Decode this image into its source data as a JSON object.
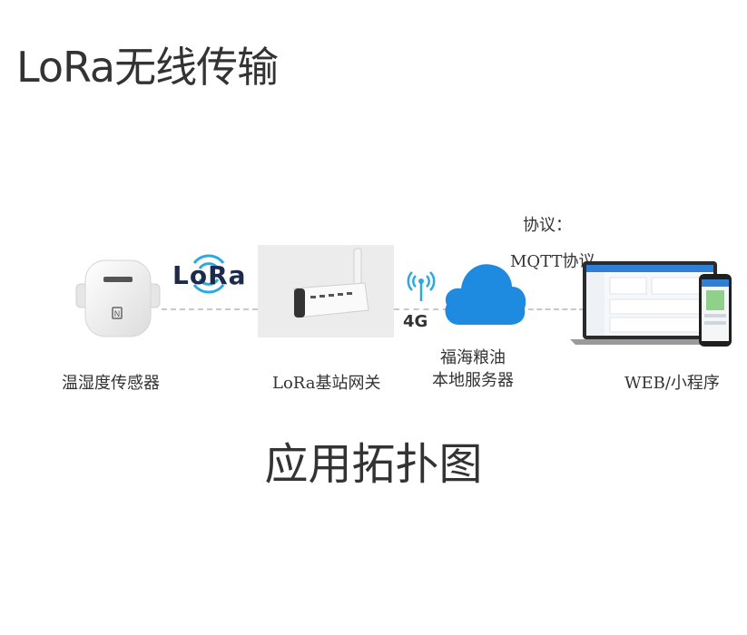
{
  "page": {
    "title": "LoRa无线传输",
    "footer_title": "应用拓扑图"
  },
  "nodes": {
    "sensor": {
      "label": "温湿度传感器",
      "icon": "sensor-device-icon"
    },
    "lora_logo": {
      "text": "LoRa",
      "icon": "lora-signal-icon"
    },
    "gateway": {
      "label": "LoRa基站网关",
      "icon": "gateway-device-icon"
    },
    "network": {
      "text": "4G",
      "icon": "4g-antenna-icon"
    },
    "server": {
      "line1": "福海粮油",
      "line2": "本地服务器",
      "icon": "cloud-icon"
    },
    "protocol": {
      "line1": "协议：",
      "line2": "MQTT协议"
    },
    "client": {
      "label": "WEB/小程序",
      "icon": "laptop-phone-icon"
    }
  },
  "colors": {
    "text": "#333333",
    "cloud": "#1f8be0",
    "lora_wave": "#2aa8e0",
    "dash": "#c9c9c9"
  }
}
